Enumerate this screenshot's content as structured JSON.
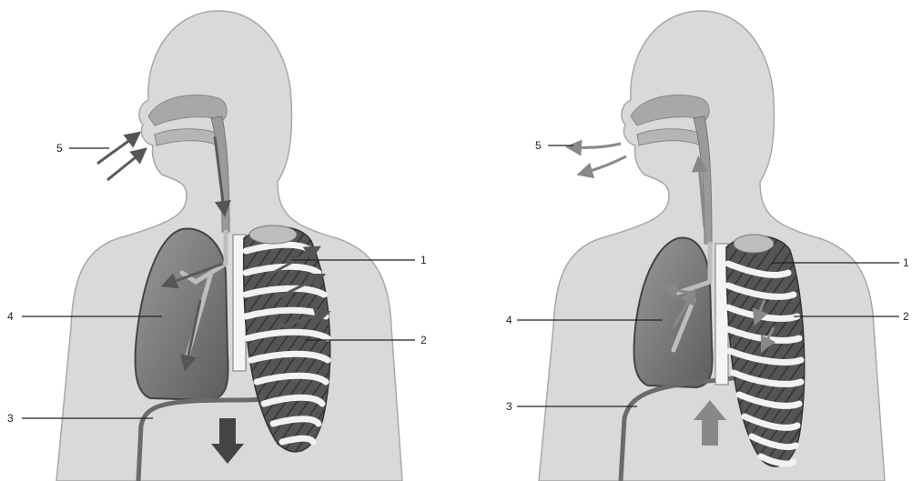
{
  "diagram": {
    "panels": [
      {
        "phase": "inhalation",
        "labels": [
          "1",
          "2",
          "3",
          "4",
          "5"
        ],
        "diaphragm_arrow": "down-arrow-icon",
        "airflow": "in"
      },
      {
        "phase": "exhalation",
        "labels": [
          "1",
          "2",
          "3",
          "4",
          "5"
        ],
        "diaphragm_arrow": "up-arrow-icon",
        "airflow": "out"
      }
    ]
  },
  "colors": {
    "body": "#d9d9d9",
    "body_outline": "#a8a8a8",
    "lung": "#7c7c7c",
    "lung_dark": "#5a5a5a",
    "airway": "#9a9a9a",
    "rib": "#f2f2f2",
    "muscle": "#4e4e4e",
    "arrow": "#4a4a4a",
    "arrow_light": "#7a7a7a",
    "line": "#222222"
  }
}
